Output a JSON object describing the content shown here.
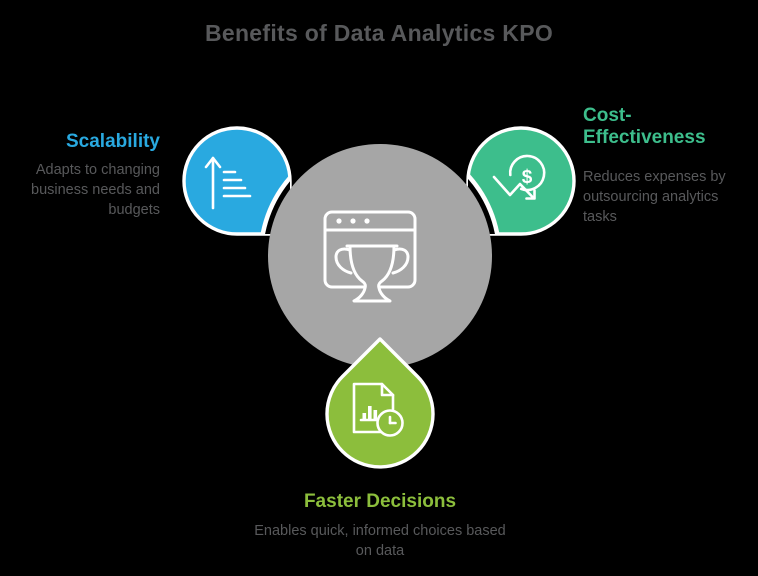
{
  "title": "Benefits of Data Analytics KPO",
  "colors": {
    "background": "#000000",
    "title_text": "#58595B",
    "body_text": "#58595B",
    "scalability_blue": "#29A9E0",
    "cost_green": "#3DBE8C",
    "decisions_olive": "#8CBE3C",
    "center_gray": "#A6A6A6",
    "outline_white": "#FFFFFF"
  },
  "center": {
    "icon": "trophy-browser-icon"
  },
  "benefits": [
    {
      "id": "scalability",
      "label": "Scalability",
      "description": "Adapts to changing business needs and budgets",
      "color": "#29A9E0",
      "icon": "growth-bars-arrow-icon",
      "position": "left"
    },
    {
      "id": "cost-effectiveness",
      "label": "Cost-Effectiveness",
      "description": "Reduces expenses by outsourcing analytics tasks",
      "color": "#3DBE8C",
      "icon": "dollar-decrease-icon",
      "position": "right"
    },
    {
      "id": "faster-decisions",
      "label": "Faster Decisions",
      "description": "Enables quick, informed choices based on data",
      "color": "#8CBE3C",
      "icon": "document-clock-icon",
      "position": "bottom"
    }
  ]
}
